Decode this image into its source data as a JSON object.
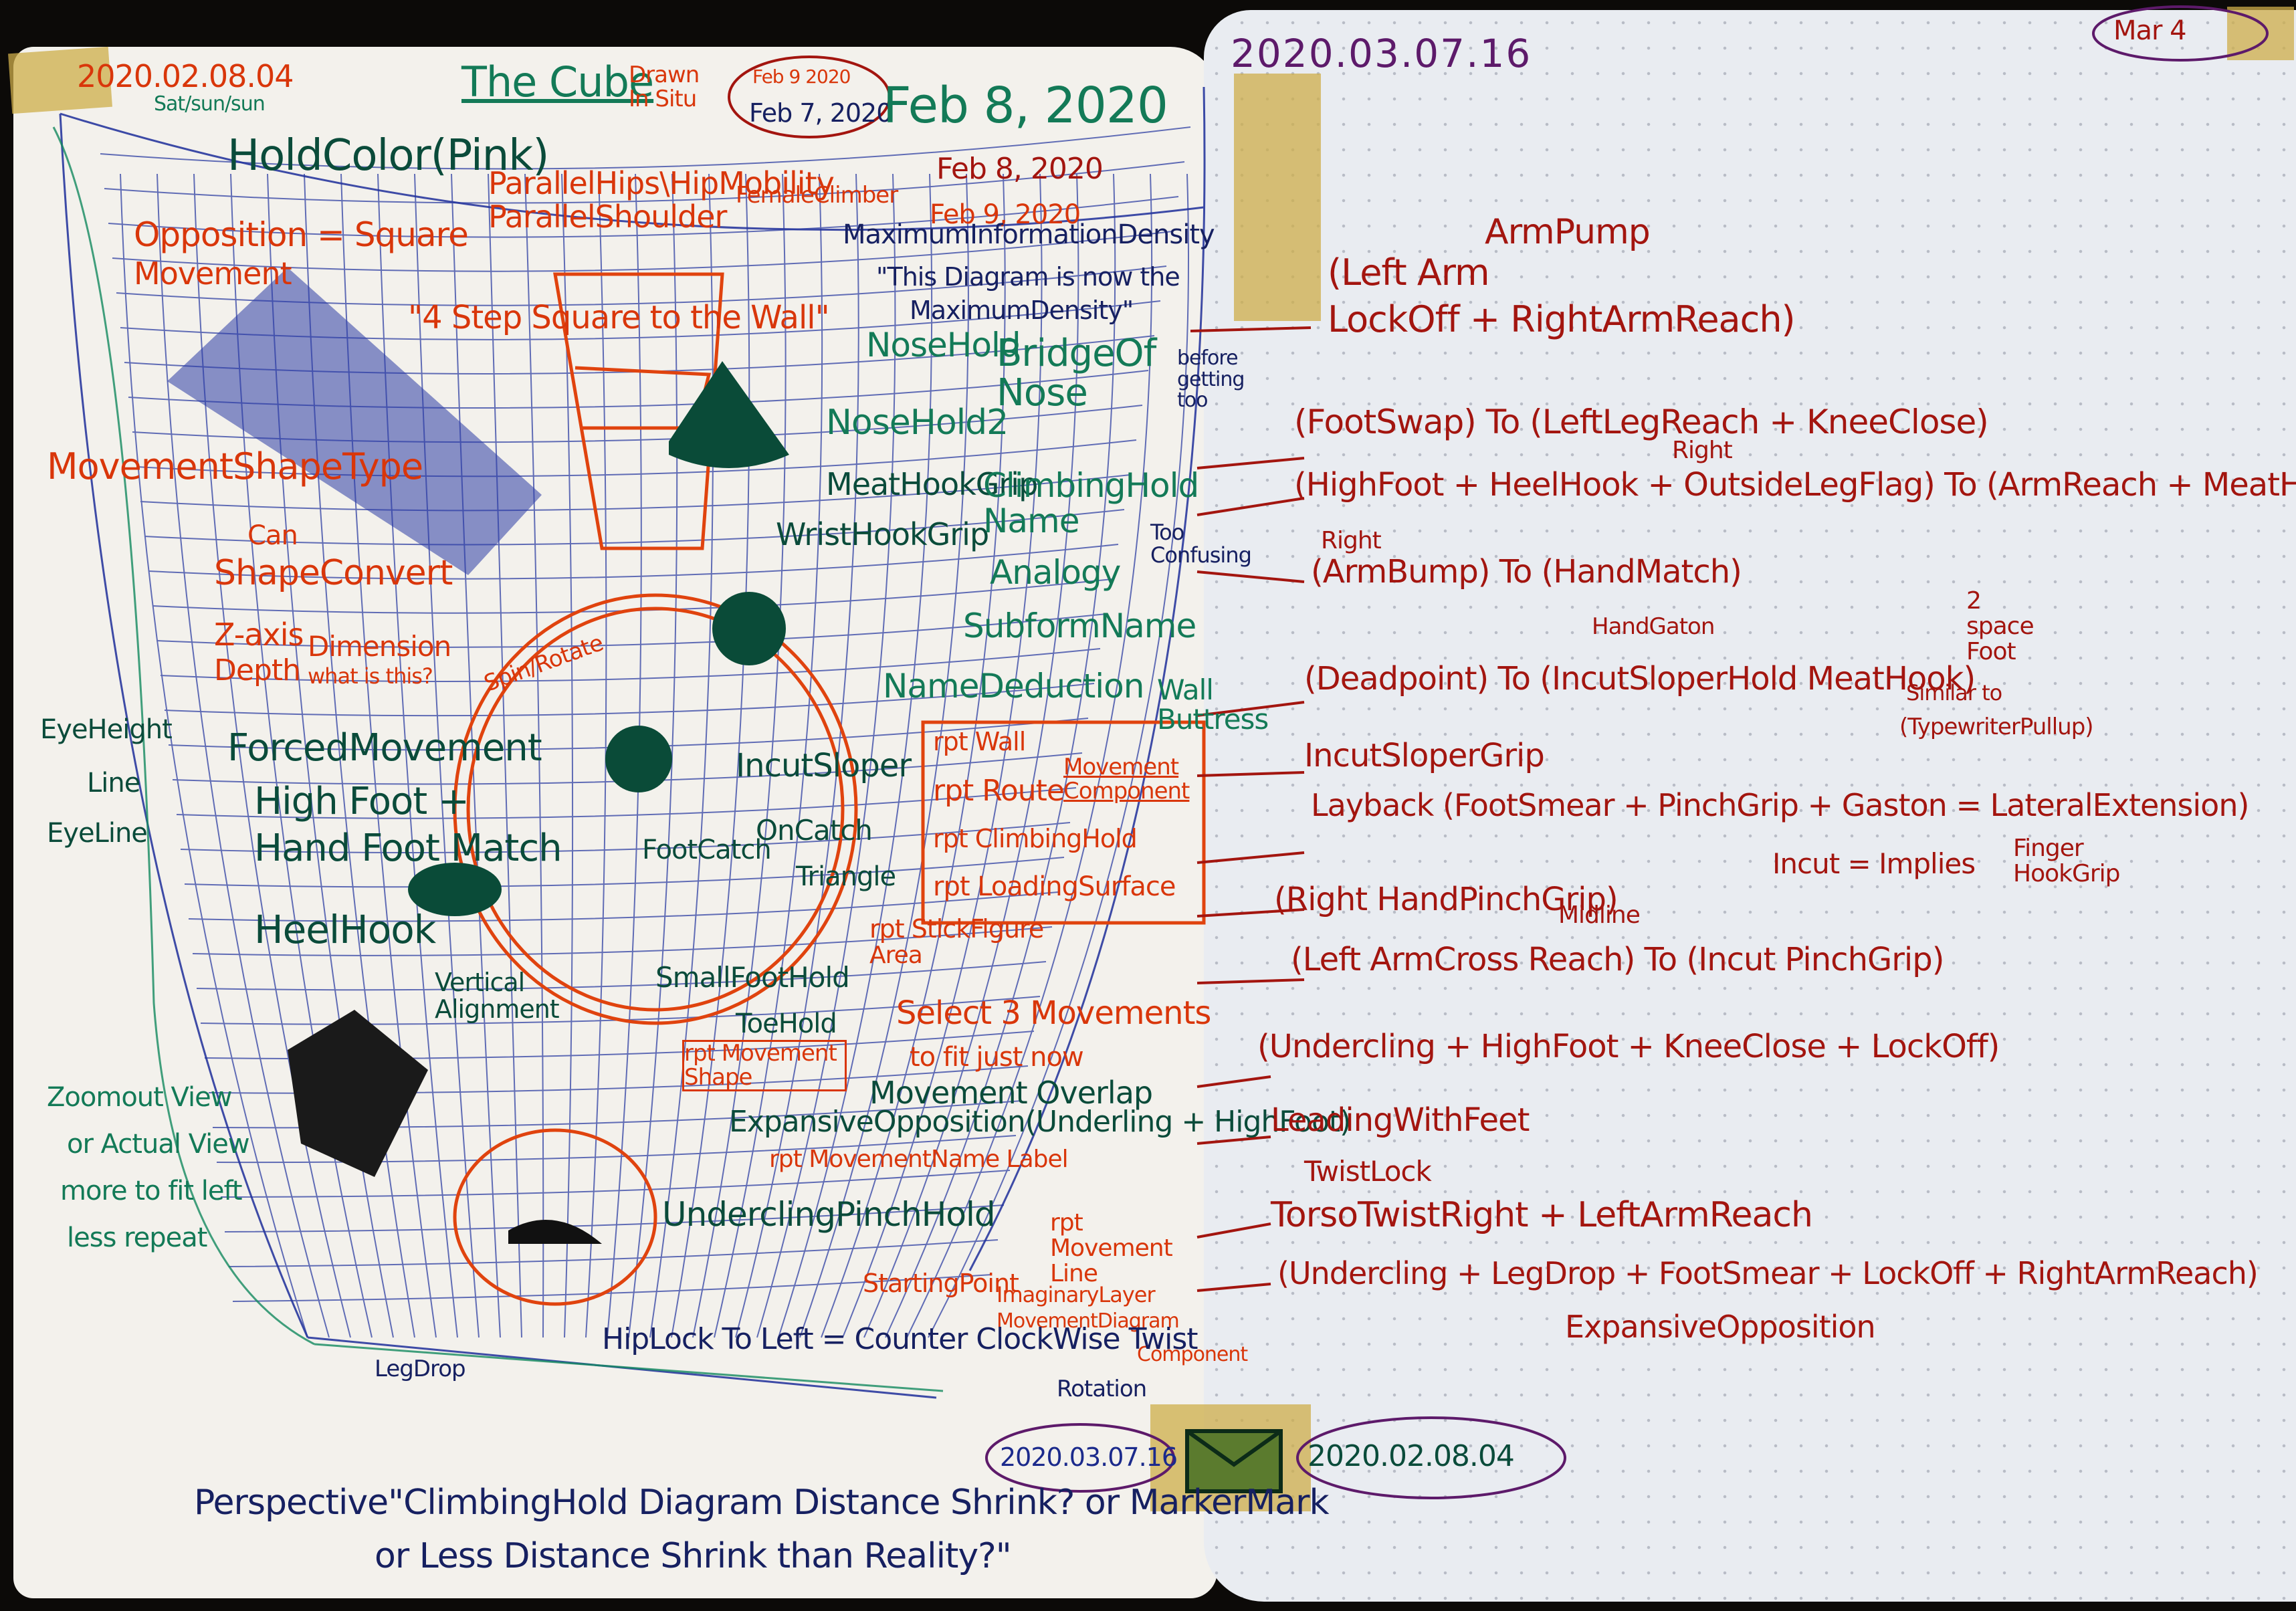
{
  "left_page": {
    "date_top_left": "2020.02.08.04",
    "date_top_left_sub": "Sat/sun/sun",
    "title": "The Cube",
    "title_note": "Drawn In Situ",
    "dates_header": [
      "Feb 9 2020",
      "Feb 7, 2020",
      "Feb 8, 2020",
      "Feb 8, 2020",
      "Feb 9, 2020"
    ],
    "hold_color": "HoldColor(Pink)",
    "parallel_hips": "ParallelHips\\HipMobility",
    "parallel_shoulder": "ParallelShoulder",
    "female_climber": "FemaleClimber",
    "maximum_info_density": "MaximumInformationDensity",
    "diagram_quote_1": "\"This Diagram is now the",
    "diagram_quote_2": "MaximumDensity\"",
    "opposition": "Opposition = Square",
    "opposition_movement": "Movement",
    "step_square": "\"4 Step Square to the Wall\"",
    "movement_shape": "MovementShapeType",
    "can": "Can",
    "shape_convert": "ShapeConvert",
    "z_axis": "Z-axis",
    "depth": "Depth",
    "dimension": "Dimension",
    "what_is_this": "what is this?",
    "spin_rotate": "Spin/Rotate",
    "eye_height_1": "EyeHeight",
    "eye_height_2": "Line",
    "eye_height_3": "EyeLine",
    "forced_movement": "ForcedMovement",
    "high_foot": "High Foot +",
    "hand_foot_match": "Hand Foot Match",
    "heel_hook": "HeelHook",
    "nose_hold": "NoseHold",
    "nose_hold_2": "NoseHold2",
    "meat_hook_grip": "MeatHookGrip",
    "wrist_hook_grip": "WristHookGrip",
    "bridge_of_nose": "BridgeOf Nose",
    "before_getting_too": "before getting too",
    "climbing_hold_name": "ClimbingHold Name",
    "too_confusing": "Too Confusing",
    "analogy": "Analogy",
    "subform_name": "SubformName",
    "name_deduction": "NameDeduction",
    "wall_buttress": "Wall Buttress",
    "incut_sloper": "IncutSloper",
    "foot_catch": "FootCatch",
    "on_catch": "OnCatch",
    "triangle_kick": "Triangle",
    "rpt_wall": "rpt Wall",
    "rpt_route": "rpt Route",
    "rpt_climbing_hold": "rpt ClimbingHold",
    "rpt_loading_surface": "rpt LoadingSurface",
    "rpt_stick_figure": "rpt StickFigure",
    "movement_component": "Movement Component",
    "area": "Area",
    "vertical_alignment": "Vertical Alignment",
    "small_foot_hold": "SmallFootHold",
    "toe_hold": "ToeHold",
    "select_3_movements": "Select 3 Movements",
    "to_fit_just_now": "to fit just now",
    "rpt_movement_shape": "rpt Movement Shape",
    "movement_overlap": "Movement Overlap",
    "expansive_opposition": "ExpansiveOpposition(Underling + HighFoot)",
    "rpt_movement_name": "rpt MovementName Label",
    "undercling_pinch": "UnderclingPinchHold",
    "zoom_note_1": "Zoomout View",
    "zoom_note_2": "or Actual View",
    "zoom_note_3": "more to fit left",
    "zoom_note_4": "less repeat",
    "rpt_movement_line": "rpt Movement Line",
    "starting_point": "StartingPoint",
    "imaginary_movement": "ImaginaryLayer",
    "movement_diagram": "MovementDiagram",
    "diagram_component": "Component",
    "leg_drop": "LegDrop",
    "hip_lock": "HipLock To Left = Counter ClockWise Twist",
    "rotation": "Rotation",
    "bottom_q1": "Perspective\"ClimbingHold Diagram Distance Shrink? or MarkerMark",
    "bottom_q2": "or Less Distance Shrink than Reality?\""
  },
  "right_page": {
    "date_top": "2020.03.07.16",
    "date_top_right": "Mar 4",
    "arm_pump": "ArmPump",
    "entries": [
      [
        "(Left Arm",
        "LockOff + RightArmReach)"
      ],
      [
        "(FootSwap) To (LeftLegReach + KneeClose)"
      ],
      [
        "Right"
      ],
      [
        "(HighFoot + HeelHook + OutsideLegFlag) To (ArmReach + MeatHook"
      ],
      [
        "Right"
      ],
      [
        "(ArmBump) To (HandMatch)"
      ],
      [
        "HandGaton"
      ],
      [
        "(Deadpoint) To (IncutSloperHold MeatHook)"
      ],
      [
        "2 space Foot"
      ],
      [
        "Similar to",
        "(TypewriterPullup)"
      ],
      [
        "IncutSloperGrip"
      ],
      [
        "Layback (FootSmear + PinchGrip + Gaston = LateralExtension)"
      ],
      [
        "Incut = Implies",
        "Finger HookGrip"
      ],
      [
        "(Right HandPinchGrip)"
      ],
      [
        "Midline"
      ],
      [
        "(Left ArmCross Reach) To (Incut PinchGrip)"
      ],
      [
        "(Undercling + HighFoot + KneeClose + LockOff)"
      ],
      [
        "LeadingWithFeet"
      ],
      [
        "TwistLock"
      ],
      [
        "TorsoTwistRight + LeftArmReach"
      ],
      [
        "(Undercling + LegDrop + FootSmear + LockOff + RightArmReach)"
      ],
      [
        "ExpansiveOpposition"
      ]
    ]
  },
  "bottom_tags": {
    "left": "2020.03.07.16",
    "right": "2020.02.08.04"
  }
}
